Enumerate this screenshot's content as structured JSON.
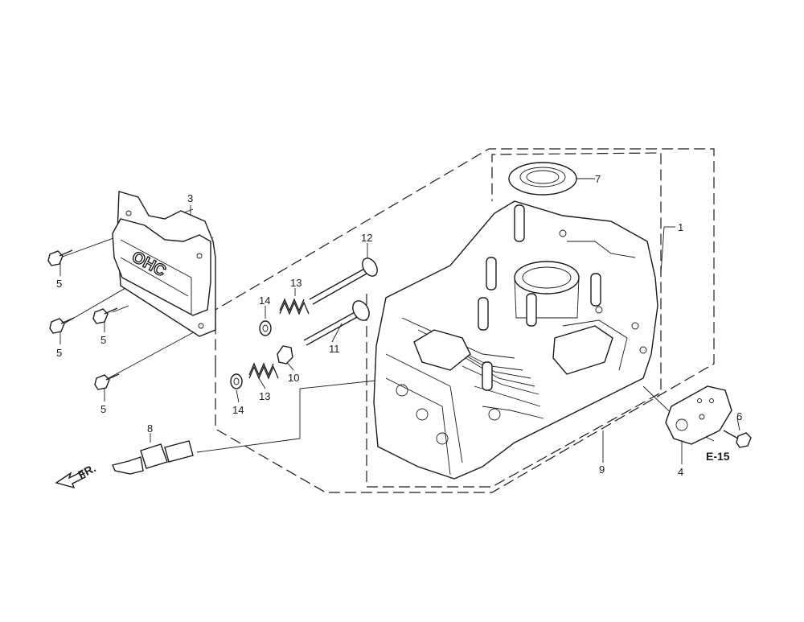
{
  "callouts": [
    {
      "id": "c1",
      "text": "1"
    },
    {
      "id": "c3",
      "text": "3"
    },
    {
      "id": "c4",
      "text": "4"
    },
    {
      "id": "c5a",
      "text": "5"
    },
    {
      "id": "c5b",
      "text": "5"
    },
    {
      "id": "c5c",
      "text": "5"
    },
    {
      "id": "c5d",
      "text": "5"
    },
    {
      "id": "c6",
      "text": "6"
    },
    {
      "id": "c7",
      "text": "7"
    },
    {
      "id": "c8",
      "text": "8"
    },
    {
      "id": "c9",
      "text": "9"
    },
    {
      "id": "c10",
      "text": "10"
    },
    {
      "id": "c11",
      "text": "11"
    },
    {
      "id": "c12",
      "text": "12"
    },
    {
      "id": "c13a",
      "text": "13"
    },
    {
      "id": "c13b",
      "text": "13"
    },
    {
      "id": "c14a",
      "text": "14"
    },
    {
      "id": "c14b",
      "text": "14"
    }
  ],
  "reference": "E-15",
  "front_marker": "FR.",
  "cover_logo": "OHC"
}
